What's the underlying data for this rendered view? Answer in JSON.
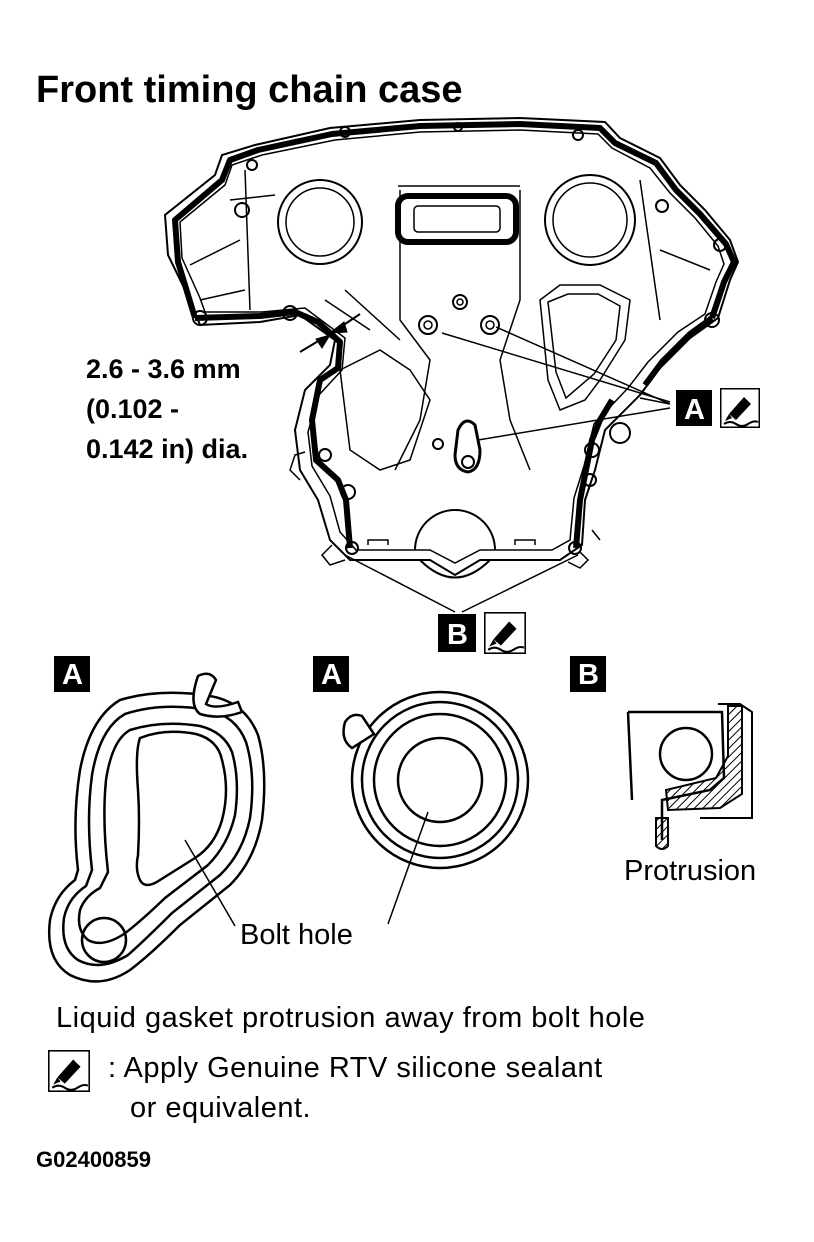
{
  "title": "Front  timing chain case",
  "dimension": {
    "line1": "2.6 - 3.6 mm",
    "line2": "(0.102 -",
    "line3": "0.142 in) dia."
  },
  "markers": {
    "a": "A",
    "b": "B"
  },
  "details": {
    "left_label": "A",
    "middle_label": "A",
    "right_label": "B",
    "bolt_hole": "Bolt hole",
    "protrusion": "Protrusion"
  },
  "notes": {
    "gasket": "Liquid gasket protrusion away from bolt hole",
    "legend_line1": ": Apply Genuine RTV silicone sealant",
    "legend_line2": "or equivalent."
  },
  "figure_code": "G02400859",
  "icons": {
    "sealant": "sealant-tube-icon"
  }
}
